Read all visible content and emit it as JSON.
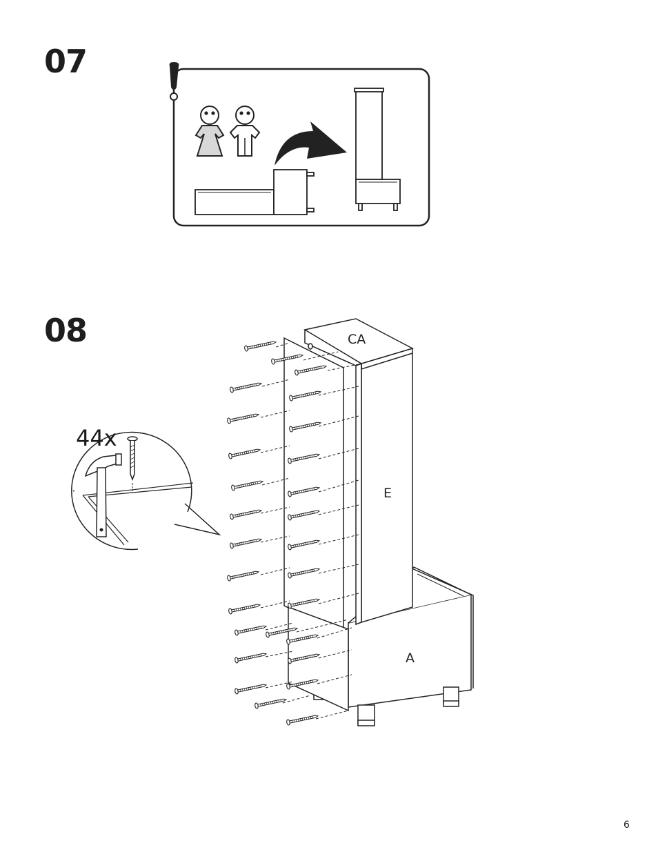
{
  "steps": [
    {
      "number": "07"
    },
    {
      "number": "08"
    }
  ],
  "parts": {
    "top_panel": "CA",
    "side_panel": "E",
    "base_cabinet": "A"
  },
  "detail": {
    "quantity": "44x"
  },
  "page": {
    "number": "6"
  }
}
